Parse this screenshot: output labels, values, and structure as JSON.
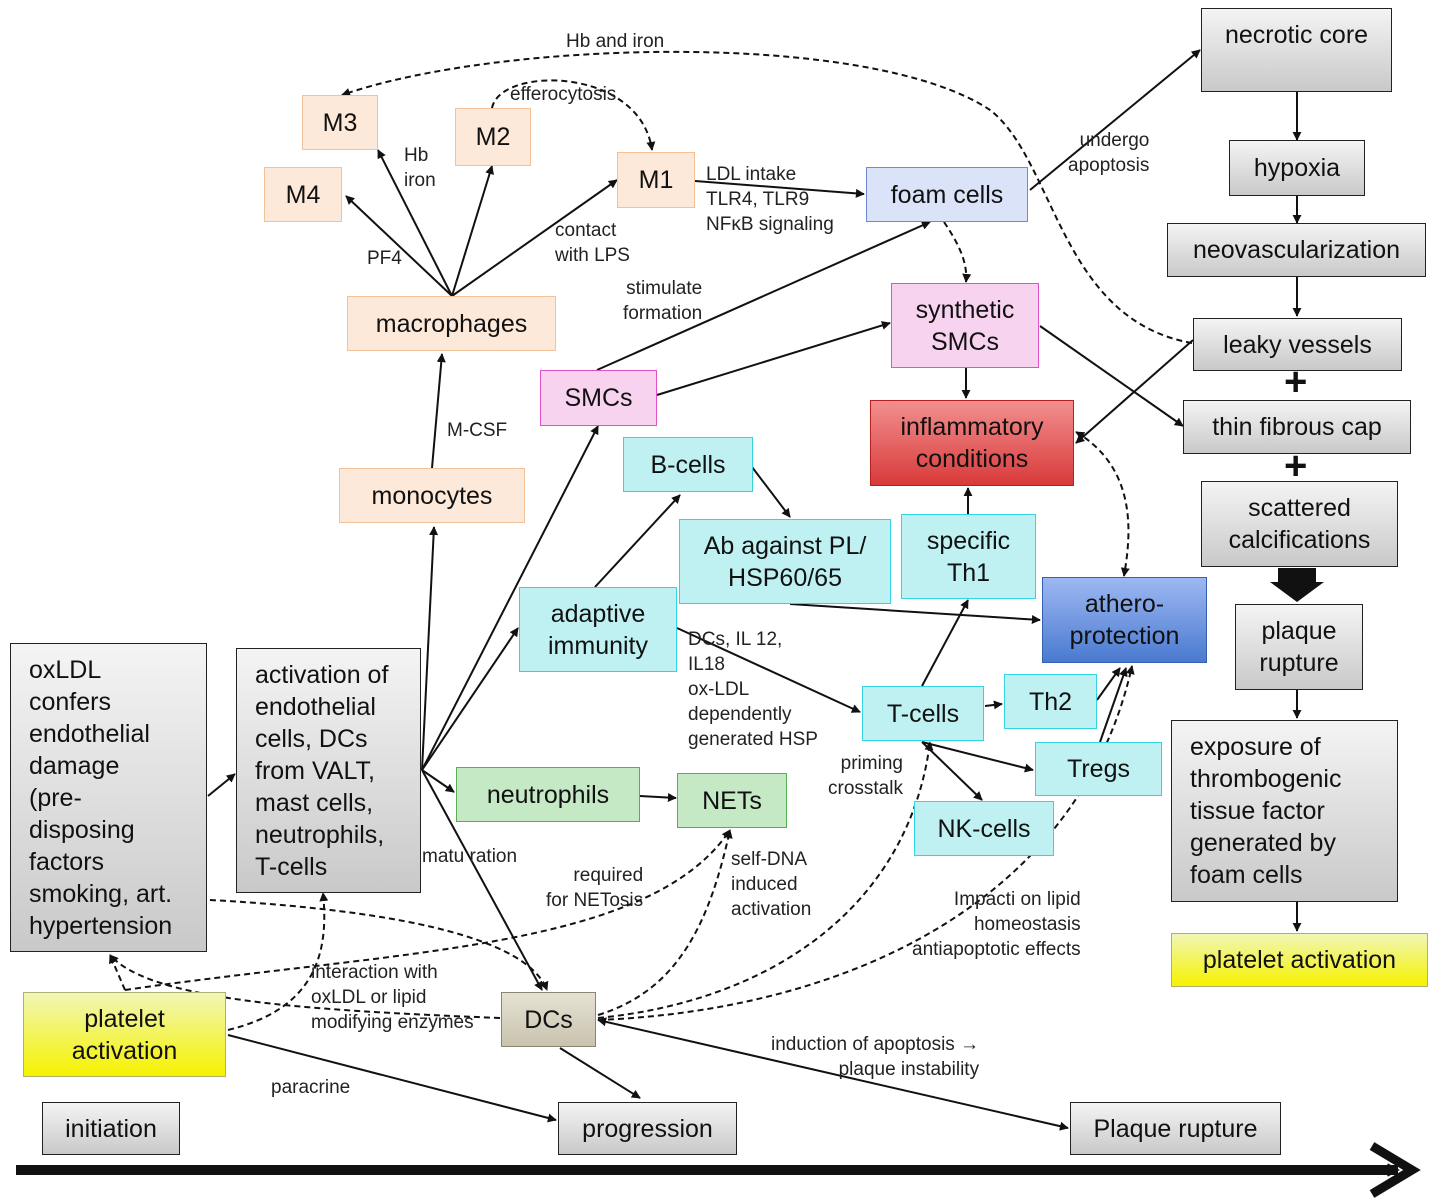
{
  "nodes": {
    "necrotic_core": "necrotic core",
    "hypoxia": "hypoxia",
    "neovascularization": "neovascularization",
    "leaky_vessels": "leaky vessels",
    "thin_fibrous_cap": "thin fibrous cap",
    "scattered_calcifications": "scattered\ncalcifications",
    "plaque_rupture_box": "plaque\nrupture",
    "exposure": "exposure of\nthrombogenic\ntissue factor\ngenerated by\nfoam cells",
    "platelet_activation_right": "platelet activation",
    "m3": "M3",
    "m2": "M2",
    "m4": "M4",
    "m1": "M1",
    "foam_cells": "foam cells",
    "macrophages": "macrophages",
    "synthetic_smcs": "synthetic\nSMCs",
    "smcs": "SMCs",
    "inflammatory": "inflammatory\nconditions",
    "monocytes": "monocytes",
    "b_cells": "B-cells",
    "ab_against": "Ab against PL/\nHSP60/65",
    "specific_th1": "specific\nTh1",
    "adaptive_immunity": "adaptive\nimmunity",
    "atheroprotection": "athero-\nprotection",
    "oxldl": "oxLDL\nconfers\nendothelial\ndamage\n(pre-\ndisposing\nfactors\nsmoking, art.\nhypertension",
    "activation": "activation of\nendothelial\ncells, DCs\nfrom VALT,\nmast cells,\nneutrophils,\nT-cells",
    "t_cells": "T-cells",
    "th2": "Th2",
    "tregs": "Tregs",
    "neutrophils": "neutrophils",
    "nets": "NETs",
    "nk_cells": "NK-cells",
    "platelet_activation_left": "platelet\nactivation",
    "dcs": "DCs",
    "initiation": "initiation",
    "progression": "progression",
    "plaque_rupture_stage": "Plaque rupture"
  },
  "labels": {
    "hb_iron_top": "Hb and iron",
    "efferocytosis": "efferocytosis",
    "hb_iron_small": "Hb\niron",
    "ldl_intake": "LDL intake\nTLR4, TLR9\nNFκB signaling",
    "undergo_apoptosis": "undergo\napoptosis",
    "contact_lps": "contact\nwith LPS",
    "pf4": "PF4",
    "stimulate_formation": "stimulate\nformation",
    "m_csf": "M-CSF",
    "dcs_il12": "DCs, IL 12,\nIL18\nox-LDL\ndependently\ngenerated HSP",
    "priming": "priming\ncrosstalk",
    "maturation": "matu ration",
    "required_netosis": "required\nfor NETosis",
    "self_dna": "self-DNA\ninduced\nactivation",
    "impact": "Impacti on lipid\nhomeostasis\nantiapoptotic effects",
    "interaction": "interaction with\noxLDL or lipid\nmodifying enzymes",
    "induction": "induction of apoptosis →\nplaque instability",
    "paracrine": "paracrine"
  }
}
